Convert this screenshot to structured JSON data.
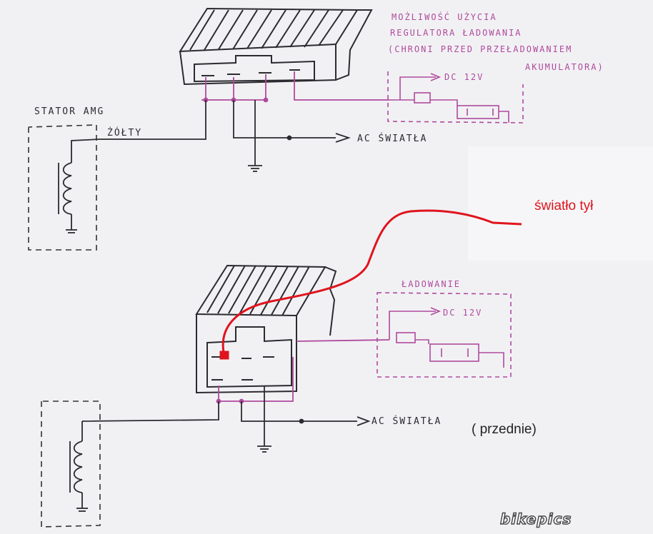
{
  "top_diagram": {
    "note_lines": [
      "MOŻLIWOŚĆ UŻYCIA",
      "REGULATORA ŁADOWANIA",
      "(CHRONI PRZED PRZEŁADOWANIEM",
      "AKUMULATORA)"
    ],
    "stator_label": "STATOR AMG",
    "wire_label": "ŻÓŁTY",
    "dc_label": "DC 12V",
    "ac_label": "AC ŚWIATŁA"
  },
  "bottom_diagram": {
    "charging_label": "ŁADOWANIE",
    "dc_label": "DC 12V",
    "ac_label": "AC ŚWIATŁA",
    "rear_light_label": "światło tył",
    "front_label": "( przednie)"
  },
  "watermark": "bikepics",
  "colors": {
    "ink": "#2b2b30",
    "pink": "#b04a9c",
    "red": "#e0141e"
  }
}
